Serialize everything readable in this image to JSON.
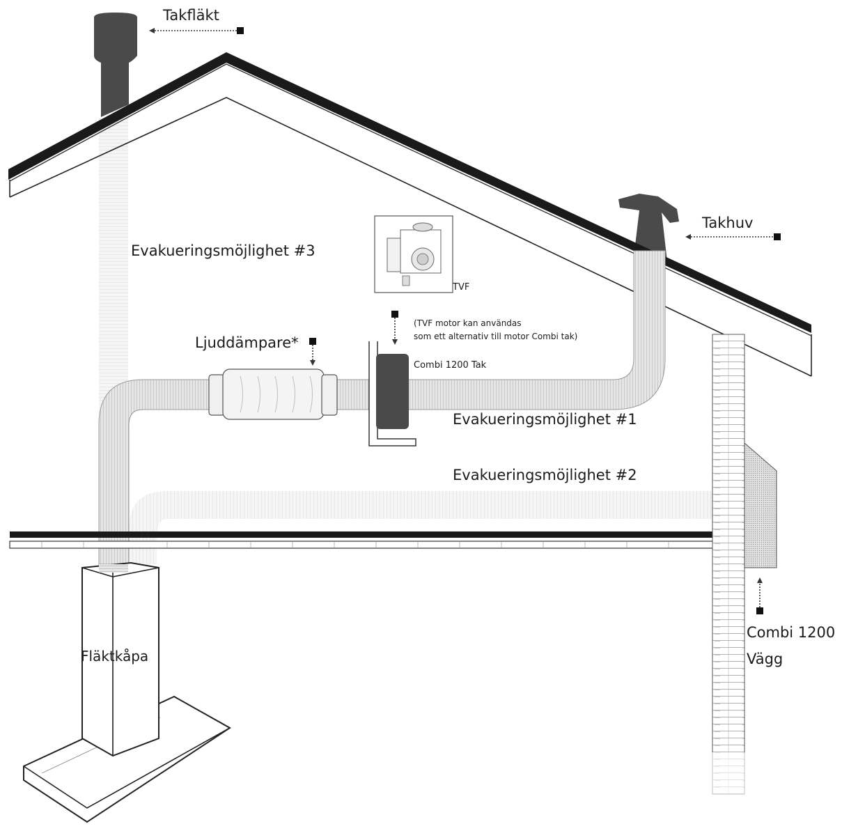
{
  "labels": {
    "takflakt": "Takfläkt",
    "takhuv": "Takhuv",
    "option3": "Evakueringsmöjlighet #3",
    "option1": "Evakueringsmöjlighet #1",
    "option2": "Evakueringsmöjlighet #2",
    "ljuddampare": "Ljuddämpare*",
    "tvf": "TVF",
    "tvf_note_line1": "(TVF motor kan användas",
    "tvf_note_line2": "som ett alternativ till motor Combi tak)",
    "combi_tak": "Combi 1200 Tak",
    "flaktkapa": "Fläktkåpa",
    "combi_vagg_line1": "Combi 1200",
    "combi_vagg_line2": "Vägg"
  },
  "icons": {
    "roof_fan": "roof-fan-icon",
    "roof_hood": "roof-hood-icon",
    "silencer": "silencer-icon",
    "tvf_unit": "tvf-unit-icon",
    "combi_roof_unit": "combi-roof-unit-icon",
    "combi_wall_unit": "combi-wall-unit-icon",
    "hood": "range-hood-icon",
    "marker": "square-marker-icon"
  },
  "colors": {
    "roof": "#1a1a1a",
    "unit": "#4a4a4a",
    "duct": "#cfcfcf",
    "line": "#222222"
  }
}
